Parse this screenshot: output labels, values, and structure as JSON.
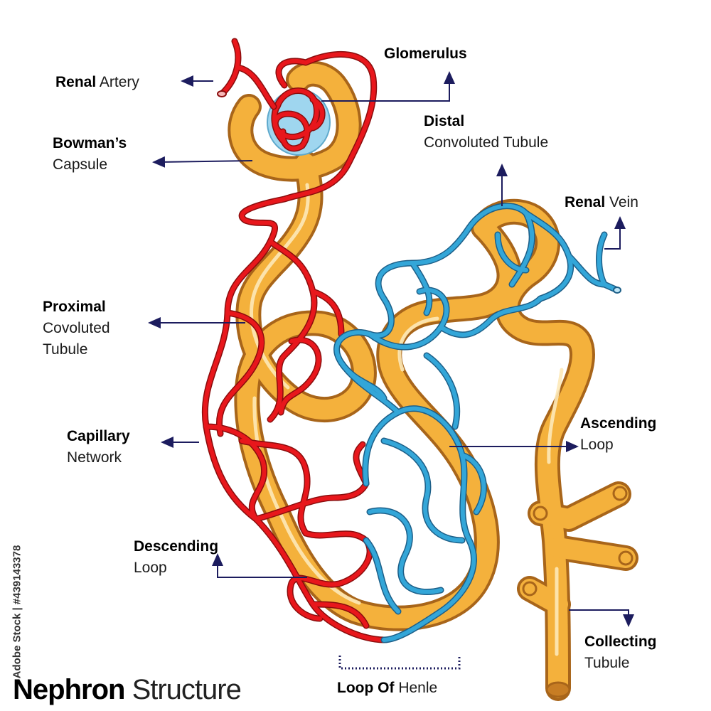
{
  "diagram": {
    "title": {
      "bold": "Nephron",
      "regular": "Structure"
    },
    "watermark": "Adobe Stock | #439143378",
    "colors": {
      "tubule_fill": "#f4b13c",
      "tubule_edge": "#a8651a",
      "tubule_highlight": "#fde9b8",
      "artery_red": "#e8171c",
      "vein_blue": "#33a6d8",
      "capsule_space": "#9fd6ef",
      "pointer_navy": "#1c1c5e"
    },
    "labels": {
      "renal_artery": {
        "bold": "Renal",
        "regular": "Artery"
      },
      "glomerulus": {
        "bold": "Glomerulus",
        "regular": ""
      },
      "bowmans_capsule": {
        "bold": "Bowman’s",
        "regular": "Capsule"
      },
      "distal_tubule": {
        "bold": "Distal",
        "regular": "Convoluted Tubule"
      },
      "renal_vein": {
        "bold": "Renal",
        "regular": "Vein"
      },
      "proximal_tubule": {
        "bold": "Proximal",
        "regular_1": "Covoluted",
        "regular_2": "Tubule"
      },
      "capillary_network": {
        "bold": "Capillary",
        "regular": "Network"
      },
      "ascending_loop": {
        "bold": "Ascending",
        "regular": "Loop"
      },
      "descending_loop": {
        "bold": "Descending",
        "regular": "Loop"
      },
      "collecting_tubule": {
        "bold": "Collecting",
        "regular": "Tubule"
      },
      "loop_of_henle": {
        "bold": "Loop Of",
        "regular": "Henle"
      }
    }
  }
}
